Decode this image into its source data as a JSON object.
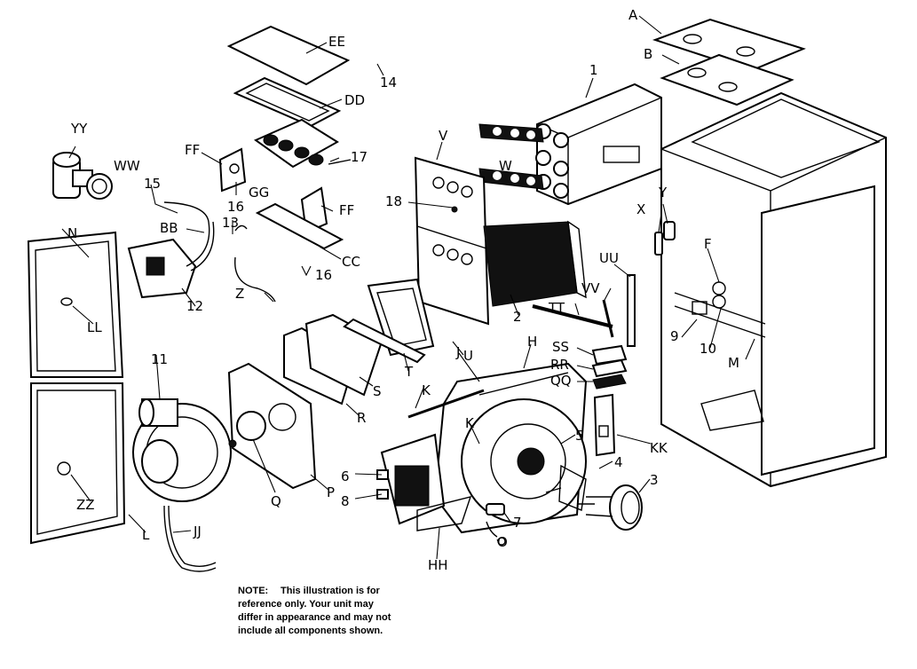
{
  "labels": {
    "A": "A",
    "B": "B",
    "EE": "EE",
    "n14": "14",
    "DD": "DD",
    "n1": "1",
    "YY": "YY",
    "WW": "WW",
    "FF_top": "FF",
    "n17": "17",
    "V": "V",
    "W": "W",
    "n15": "15",
    "n16a": "16",
    "GG": "GG",
    "FF_mid": "FF",
    "n18": "18",
    "Y": "Y",
    "X": "X",
    "n13": "13",
    "BB": "BB",
    "CC": "CC",
    "n16b": "16",
    "UU": "UU",
    "F": "F",
    "N": "N",
    "Z": "Z",
    "n12": "12",
    "VV": "VV",
    "n2": "2",
    "TT": "TT",
    "n9": "9",
    "n10": "10",
    "M": "M",
    "LL": "LL",
    "SS": "SS",
    "RR": "RR",
    "QQ": "QQ",
    "H": "H",
    "n11": "11",
    "J": "J",
    "U": "U",
    "T": "T",
    "K1": "K",
    "K2": "K",
    "S": "S",
    "R": "R",
    "n5": "5",
    "KK": "KK",
    "n4": "4",
    "n6": "6",
    "n8": "8",
    "n3": "3",
    "Q": "Q",
    "P": "P",
    "n7": "7",
    "O": "O",
    "ZZ": "ZZ",
    "L": "L",
    "JJ": "JJ",
    "HH": "HH"
  },
  "note": {
    "heading": "NOTE:",
    "line1": "This illustration is for",
    "line2": "reference only.  Your unit may",
    "line3": "differ in appearance and may not",
    "line4": "include all components shown."
  }
}
